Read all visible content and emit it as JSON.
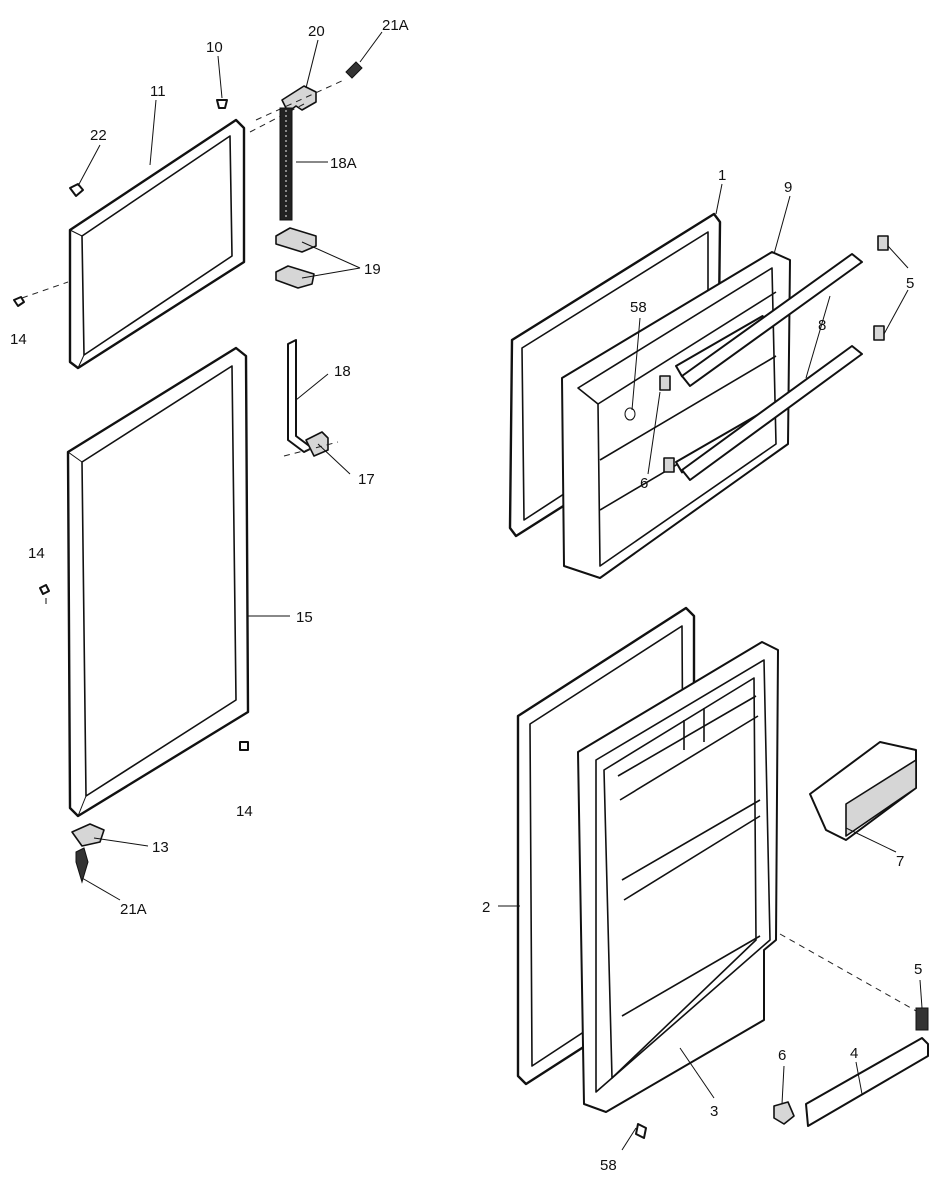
{
  "callouts": {
    "c1": "1",
    "c2": "2",
    "c3": "3",
    "c4": "4",
    "c5a": "5",
    "c5b": "5",
    "c6a": "6",
    "c6b": "6",
    "c7": "7",
    "c8": "8",
    "c9": "9",
    "c10": "10",
    "c11": "11",
    "c13": "13",
    "c14a": "14",
    "c14b": "14",
    "c14c": "14",
    "c15": "15",
    "c17": "17",
    "c18": "18",
    "c18A": "18A",
    "c19": "19",
    "c20": "20",
    "c21Aa": "21A",
    "c21Ab": "21A",
    "c22": "22",
    "c58a": "58",
    "c58b": "58"
  }
}
